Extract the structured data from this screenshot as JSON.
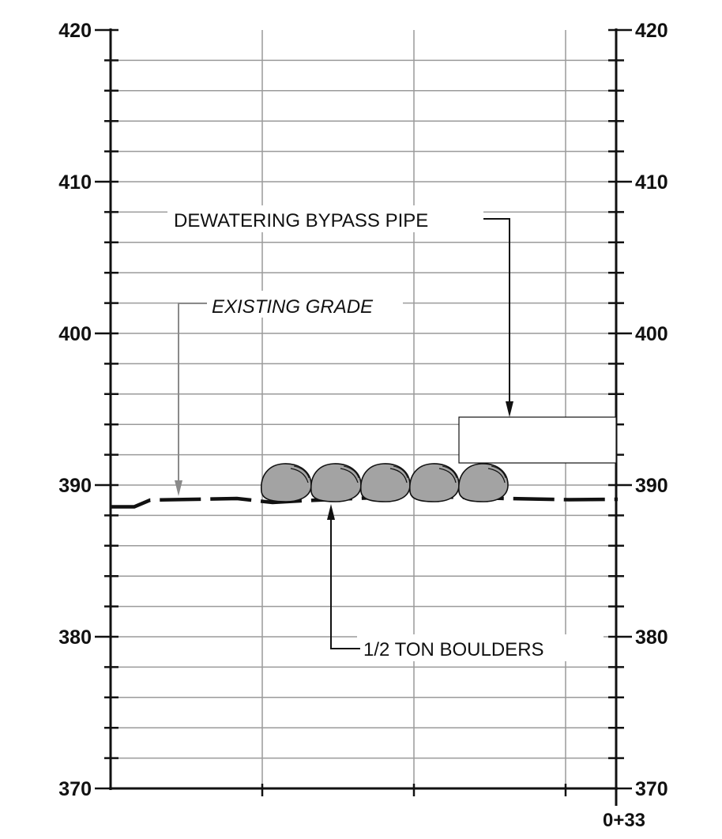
{
  "profile": {
    "elevation_labels_left": [
      "420",
      "410",
      "400",
      "390",
      "380",
      "370"
    ],
    "elevation_labels_right": [
      "420",
      "410",
      "400",
      "390",
      "380",
      "370"
    ],
    "station_label": "0+33"
  },
  "callouts": {
    "existing_grade": "EXISTING GRADE",
    "bypass_pipe": "DEWATERING BYPASS PIPE",
    "boulders": "1/2 TON BOULDERS"
  },
  "colors": {
    "grid": "#9a9a9a",
    "ink": "#111111",
    "boulder_fill": "#a3a3a3",
    "leader_grey": "#8a8a8a"
  }
}
